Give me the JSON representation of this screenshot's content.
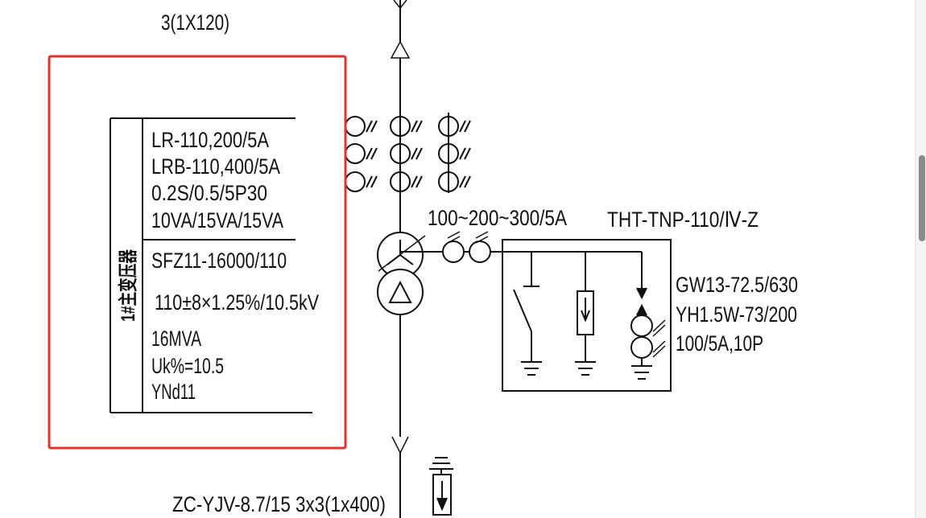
{
  "top_cable_label": "3(1X120)",
  "bottom_cable_label": "ZC-YJV-8.7/15  3x3(1x400)",
  "transformer_table": {
    "title": "1#主变压器",
    "ct_lines": [
      "LR-110,200/5A",
      "LRB-110,400/5A",
      "0.2S/0.5/5P30",
      "10VA/15VA/15VA"
    ],
    "tx_lines": [
      "SFZ11-16000/110",
      "110±8×1.25%/10.5kV",
      "16MVA",
      "Uk%=10.5",
      "YNd11"
    ]
  },
  "neutral_ct_label": "100~200~300/5A",
  "neutral_device_label": "THT-TNP-110/Ⅳ-Z",
  "neutral_device_specs": [
    "GW13-72.5/630",
    "YH1.5W-73/200",
    "100/5A,10P"
  ],
  "colors": {
    "highlight_box": "#e8302a",
    "line": "#111111",
    "scrollbar_thumb": "#8a8a8a"
  }
}
